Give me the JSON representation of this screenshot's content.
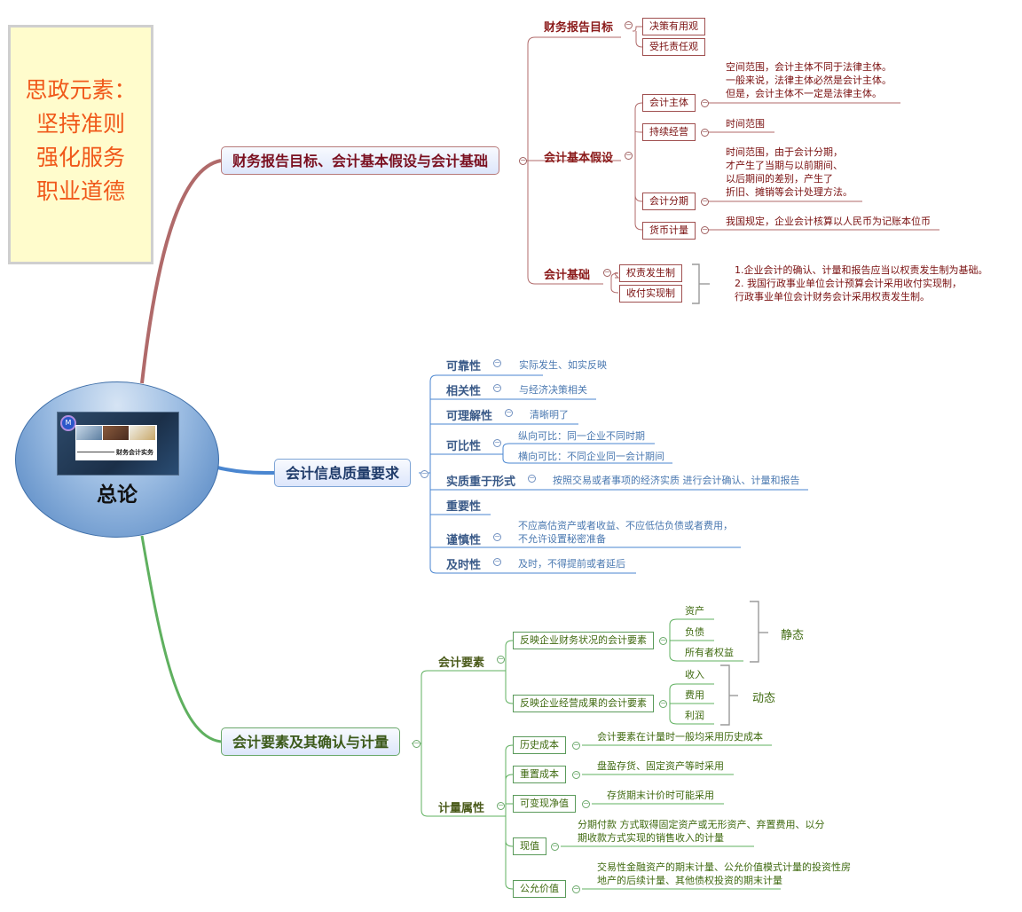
{
  "note": {
    "lines": [
      "思政元素：",
      "坚持准则",
      "强化服务",
      "职业道德"
    ]
  },
  "root": {
    "title": "总论",
    "image_caption": "财务会计实务",
    "image_badge": "M"
  },
  "colors": {
    "branch1": "#b06a6a",
    "branch2": "#4a86d0",
    "branch3": "#5fb05f",
    "note_text": "#f0581a",
    "note_bg": "#fffccc"
  },
  "branch1": {
    "title": "财务报告目标、会计基本假设与会计基础",
    "goal": {
      "label": "财务报告目标",
      "children": [
        "决策有用观",
        "受托责任观"
      ]
    },
    "assumptions": {
      "label": "会计基本假设",
      "items": [
        {
          "label": "会计主体",
          "note": [
            "空间范围，会计主体不同于法律主体。",
            "一般来说，法律主体必然是会计主体。",
            "但是，会计主体不一定是法律主体。"
          ]
        },
        {
          "label": "持续经营",
          "note": [
            "时间范围"
          ]
        },
        {
          "label": "会计分期",
          "note": [
            "时间范围，由于会计分期，",
            "才产生了当期与以前期间、",
            "以后期间的差别，产生了",
            "折旧、摊销等会计处理方法。"
          ]
        },
        {
          "label": "货币计量",
          "note": [
            "我国规定，企业会计核算以人民币为记账本位币"
          ]
        }
      ]
    },
    "basis": {
      "label": "会计基础",
      "children": [
        "权责发生制",
        "收付实现制"
      ],
      "note": [
        "1.企业会计的确认、计量和报告应当以权责发生制为基础。",
        "2. 我国行政事业单位会计预算会计采用收付实现制，",
        "行政事业单位会计财务会计采用权责发生制。"
      ]
    }
  },
  "branch2": {
    "title": "会计信息质量要求",
    "items": [
      {
        "label": "可靠性",
        "note": [
          "实际发生、如实反映"
        ]
      },
      {
        "label": "相关性",
        "note": [
          "与经济决策相关"
        ]
      },
      {
        "label": "可理解性",
        "note": [
          "清晰明了"
        ]
      },
      {
        "label": "可比性",
        "subs": [
          "纵向可比：同一企业不同时期",
          "横向可比：不同企业同一会计期间"
        ]
      },
      {
        "label": "实质重于形式",
        "note": [
          "按照交易或者事项的经济实质 进行会计确认、计量和报告"
        ]
      },
      {
        "label": "重要性",
        "note": []
      },
      {
        "label": "谨慎性",
        "note": [
          "不应高估资产或者收益、不应低估负债或者费用，",
          "不允许设置秘密准备"
        ]
      },
      {
        "label": "及时性",
        "note": [
          "及时，不得提前或者延后"
        ]
      }
    ]
  },
  "branch3": {
    "title": "会计要素及其确认与计量",
    "elements": {
      "label": "会计要素",
      "groups": [
        {
          "label": "反映企业财务状况的会计要素",
          "items": [
            "资产",
            "负债",
            "所有者权益"
          ],
          "bracket": "静态"
        },
        {
          "label": "反映企业经营成果的会计要素",
          "items": [
            "收入",
            "费用",
            "利润"
          ],
          "bracket": "动态"
        }
      ]
    },
    "measurement": {
      "label": "计量属性",
      "items": [
        {
          "label": "历史成本",
          "note": [
            "会计要素在计量时一般均采用历史成本"
          ]
        },
        {
          "label": "重置成本",
          "note": [
            "盘盈存货、固定资产等时采用"
          ]
        },
        {
          "label": "可变现净值",
          "note": [
            "存货期末计价时可能采用"
          ]
        },
        {
          "label": "现值",
          "note": [
            "分期付款 方式取得固定资产或无形资产、弃置费用、以分",
            "期收款方式实现的销售收入的计量"
          ]
        },
        {
          "label": "公允价值",
          "note": [
            "交易性金融资产的期末计量、公允价值模式计量的投资性房",
            "地产的后续计量、其他债权投资的期末计量"
          ]
        }
      ]
    }
  }
}
